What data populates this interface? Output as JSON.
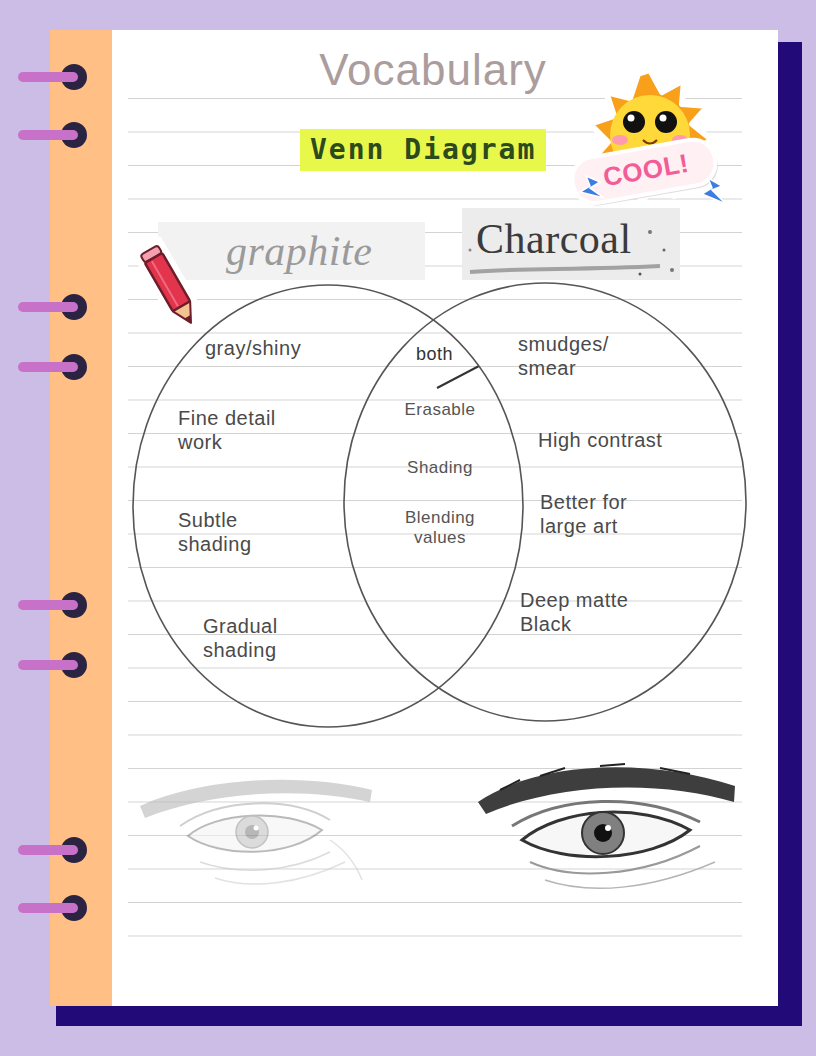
{
  "diagram": {
    "title": "Vocabulary",
    "nodes": [
      {
        "text": [
          "graphite",
          "gray/shiny",
          "Fine detail work",
          "Subtle shading",
          "Gradual shading"
        ]
      },
      {
        "text": [
          "Charcoal",
          "smudges/ smear",
          "High contrast",
          "Better for large art",
          "Deep matte Black"
        ]
      },
      {
        "text": [
          "both",
          "Erasable",
          "Shading",
          "Blending values"
        ]
      }
    ],
    "labels": [
      "Venn Diagram",
      "COOL!"
    ]
  }
}
